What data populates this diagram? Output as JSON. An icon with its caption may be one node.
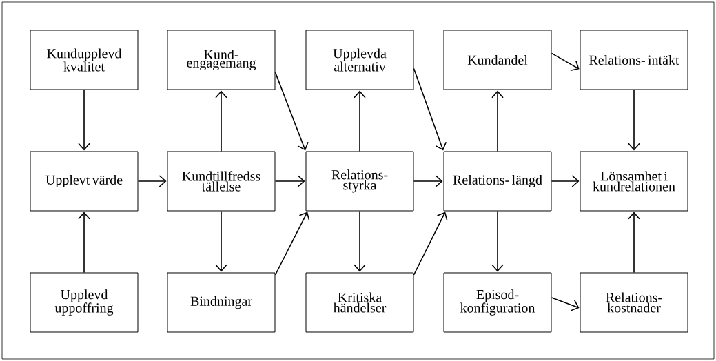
{
  "diagram": {
    "nodes": [
      {
        "text": [
          "Kundupplevd kvalitet"
        ]
      },
      {
        "text": [
          "Kund- engagemang"
        ]
      },
      {
        "text": [
          "Upplevda alternativ"
        ]
      },
      {
        "text": [
          "Kundandel"
        ]
      },
      {
        "text": [
          "Relations- intäkt"
        ]
      },
      {
        "text": [
          "Upplevt värde"
        ]
      },
      {
        "text": [
          "Kundtillfredss tällelse"
        ]
      },
      {
        "text": [
          "Relations- styrka"
        ]
      },
      {
        "text": [
          "Relations- längd"
        ]
      },
      {
        "text": [
          "Lönsamhet i kundrelationen"
        ]
      },
      {
        "text": [
          "Upplevd uppoffring"
        ]
      },
      {
        "text": [
          "Bindningar"
        ]
      },
      {
        "text": [
          "Kritiska händelser"
        ]
      },
      {
        "text": [
          "Episod- konfiguration"
        ]
      },
      {
        "text": [
          "Relations- kostnader"
        ]
      }
    ],
    "edges": [
      {
        "from": 0,
        "to": 5,
        "arrow": "to"
      },
      {
        "from": 10,
        "to": 5,
        "arrow": "to"
      },
      {
        "from": 5,
        "to": 6,
        "arrow": "to"
      },
      {
        "from": 6,
        "to": 1,
        "arrow": "to"
      },
      {
        "from": 6,
        "to": 11,
        "arrow": "to"
      },
      {
        "from": 6,
        "to": 7,
        "arrow": "to"
      },
      {
        "from": 1,
        "to": 7,
        "arrow": "to"
      },
      {
        "from": 11,
        "to": 7,
        "arrow": "to"
      },
      {
        "from": 7,
        "to": 2,
        "arrow": "to"
      },
      {
        "from": 7,
        "to": 12,
        "arrow": "to"
      },
      {
        "from": 7,
        "to": 8,
        "arrow": "to"
      },
      {
        "from": 2,
        "to": 8,
        "arrow": "to"
      },
      {
        "from": 12,
        "to": 8,
        "arrow": "to"
      },
      {
        "from": 8,
        "to": 3,
        "arrow": "to"
      },
      {
        "from": 8,
        "to": 13,
        "arrow": "to"
      },
      {
        "from": 8,
        "to": 9,
        "arrow": "to"
      },
      {
        "from": 3,
        "to": 4,
        "arrow": "to"
      },
      {
        "from": 13,
        "to": 14,
        "arrow": "to"
      },
      {
        "from": 4,
        "to": 9,
        "arrow": "to"
      },
      {
        "from": 14,
        "to": 9,
        "arrow": "to"
      }
    ]
  }
}
